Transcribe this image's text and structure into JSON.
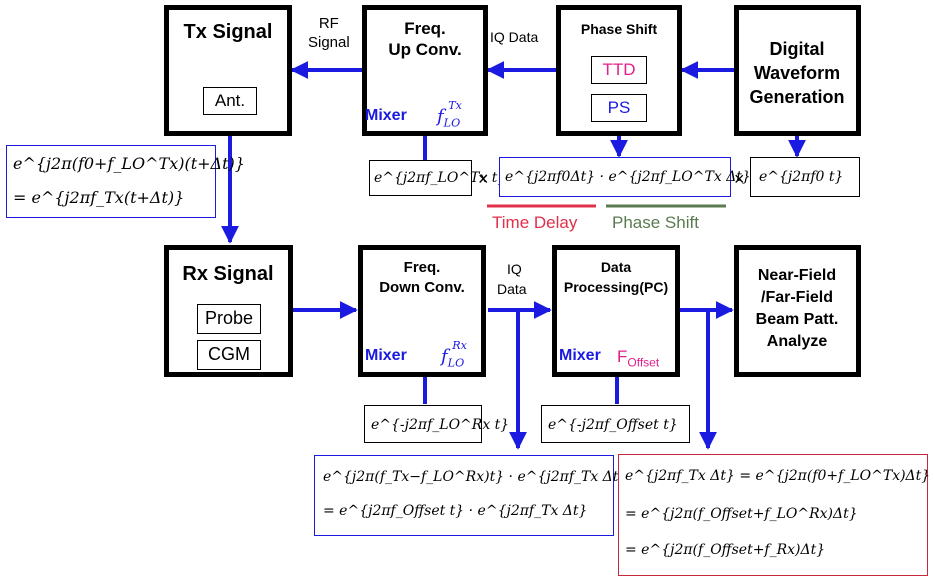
{
  "blocks": {
    "tx": {
      "title": "Tx Signal",
      "inner": "Ant.",
      "side_label": "RF\nSignal"
    },
    "upconv": {
      "title_1": "Freq.",
      "title_2": "Up  Conv.",
      "mixer": "Mixer",
      "lo": "f",
      "lo_sup": "Tx",
      "lo_sub": "LO"
    },
    "phase": {
      "title": "Phase Shift",
      "ttd": "TTD",
      "ps": "PS",
      "side_label": "IQ  Data"
    },
    "digital": {
      "title_1": "Digital",
      "title_2": "Waveform",
      "title_3": "Generation"
    },
    "rx": {
      "title": "Rx Signal",
      "probe": "Probe",
      "cgm": "CGM"
    },
    "downconv": {
      "title_1": "Freq.",
      "title_2": "Down Conv.",
      "mixer": "Mixer",
      "lo": "f",
      "lo_sup": "Rx",
      "lo_sub": "LO",
      "side_label_1": "IQ",
      "side_label_2": "Data"
    },
    "dataproc": {
      "title_1": "Data",
      "title_2": "Processing(PC)",
      "mixer": "Mixer",
      "lo": "F",
      "lo_sub": "Offset"
    },
    "analyze": {
      "title_1": "Near-Field",
      "title_2": "/Far-Field",
      "title_3": "Beam Patt.",
      "title_4": "Analyze"
    }
  },
  "labels": {
    "time_delay": "Time   Delay",
    "phase_shift": "Phase   Shift",
    "times": "×",
    "dot": "·",
    "mixer_symbol": "x"
  },
  "equations": {
    "tx_signal": [
      "e^{j2π(f0+f_LO^Tx)(t+Δt)}",
      "= e^{j2πf_Tx(t+Δt)}"
    ],
    "lo_tx": "e^{j2πf_LO^Tx t}",
    "phase_terms": "e^{j2πf0Δt} · e^{j2πf_LO^Tx Δt}",
    "baseband": "e^{j2πf0 t}",
    "lo_rx": "e^{-j2πf_LO^Rx t}",
    "lo_offset": "e^{-j2πf_Offset t}",
    "iq_result": [
      "e^{j2π(f_Tx−f_LO^Rx)t} · e^{j2πf_Tx Δt}",
      "= e^{j2πf_Offset t} · e^{j2πf_Tx Δt}"
    ],
    "final_result": [
      "e^{j2πf_Tx Δt} = e^{j2π(f0+f_LO^Tx)Δt}",
      "= e^{j2π(f_Offset+f_LO^Rx)Δt}",
      "= e^{j2π(f_Offset+f_Rx)Δt}"
    ]
  },
  "colors": {
    "arrow": "#1a1ae0",
    "red_box": "#c8283c",
    "magenta": "#e0208c",
    "time_delay": "#e0304a",
    "phase_shift": "#5a7a50",
    "text": "#000000"
  }
}
